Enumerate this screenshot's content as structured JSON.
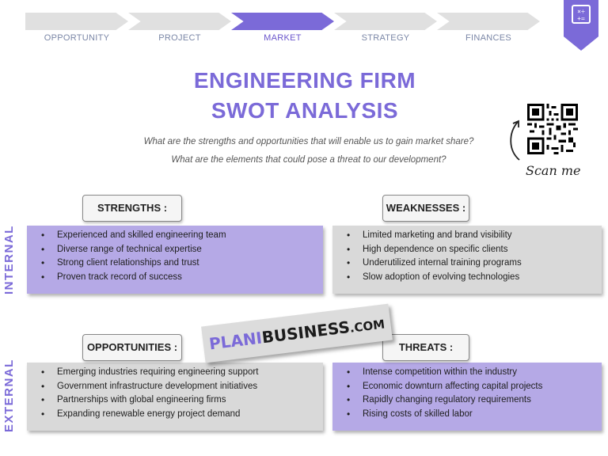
{
  "steps": [
    {
      "label": "OPPORTUNITY",
      "active": false
    },
    {
      "label": "PROJECT",
      "active": false
    },
    {
      "label": "MARKET",
      "active": true
    },
    {
      "label": "STRATEGY",
      "active": false
    },
    {
      "label": "FINANCES",
      "active": false
    }
  ],
  "corner_icon": "calculator-icon",
  "title": {
    "line1": "ENGINEERING FIRM",
    "line2": "SWOT ANALYSIS"
  },
  "questions": {
    "q1": "What are the strengths and opportunities that will enable us to gain market share?",
    "q2": "What are the elements that could pose a threat to our development?"
  },
  "qr": {
    "label": "Scan me",
    "icon": "qr-code-icon"
  },
  "side_labels": {
    "internal": "INTERNAL",
    "external": "EXTERNAL"
  },
  "strengths": {
    "header": "STRENGTHS :",
    "items": [
      "Experienced and skilled engineering team",
      "Diverse range of technical expertise",
      "Strong client relationships and trust",
      "Proven track record of success"
    ]
  },
  "weaknesses": {
    "header": "WEAKNESSES :",
    "items": [
      "Limited marketing and brand visibility",
      "High dependence on specific clients",
      "Underutilized internal training programs",
      "Slow adoption of evolving technologies"
    ]
  },
  "opportunities": {
    "header": "OPPORTUNITIES :",
    "items": [
      "Emerging industries requiring engineering support",
      "Government infrastructure development initiatives",
      "Partnerships with global engineering firms",
      "Expanding renewable energy project demand"
    ]
  },
  "threats": {
    "header": "THREATS :",
    "items": [
      "Intense competition within the industry",
      "Economic downturn affecting capital projects",
      "Rapidly changing regulatory requirements",
      "Rising costs of skilled labor"
    ]
  },
  "watermark": {
    "part1": "PLANI",
    "part2": "BUSINESS",
    "part3": ".COM"
  },
  "colors": {
    "accent": "#7b6ad8",
    "purple_box": "#b5a9e6",
    "gray_box": "#d9d9d9"
  }
}
